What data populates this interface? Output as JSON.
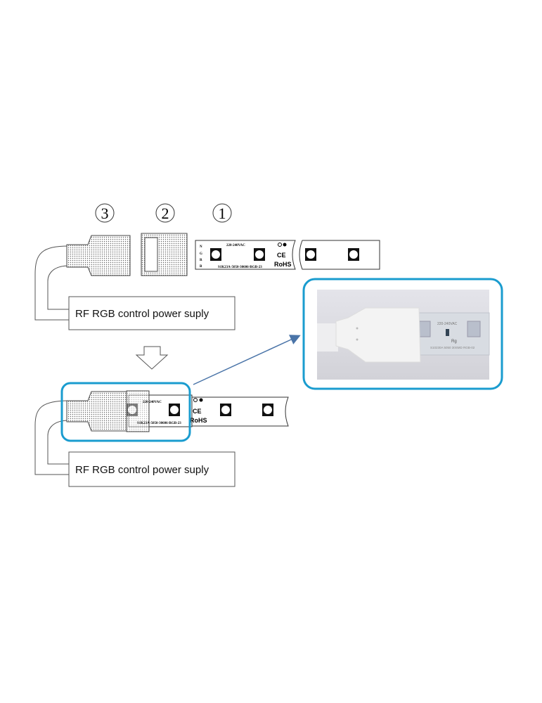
{
  "steps": [
    "3",
    "2",
    "1"
  ],
  "strip": {
    "voltage": "220-240VAC",
    "pins": [
      "N",
      "G",
      "R",
      "B"
    ],
    "ce": "CE",
    "rohs": "RoHS",
    "model": "S1K23A-5050-30606-RGB-23"
  },
  "power_supply_label": "RF RGB control power suply",
  "power_supply_label_2": "RF RGB control power suply",
  "photo": {
    "voltage": "220-240VAC",
    "resistor": "Rg",
    "model": "S10230A 5050 30SMD RGB-02"
  },
  "colors": {
    "highlight": "#1a9ccf",
    "arrow": "#4a74a8"
  }
}
